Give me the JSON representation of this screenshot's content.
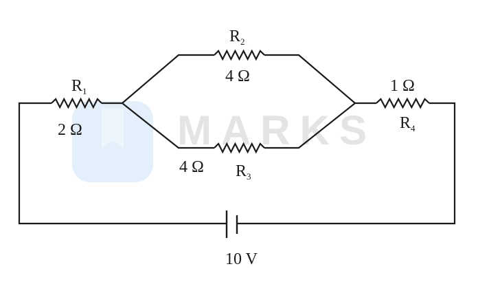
{
  "watermark": {
    "text": "MARKS",
    "logo_color": "#e3f0fb",
    "text_color": "#e4e4e6"
  },
  "components": {
    "r1": {
      "name": "R",
      "sub": "1",
      "value": "2 Ω"
    },
    "r2": {
      "name": "R",
      "sub": "2",
      "value": "4 Ω"
    },
    "r3": {
      "name": "R",
      "sub": "3",
      "value": "4 Ω"
    },
    "r4": {
      "name": "R",
      "sub": "4",
      "value": "1 Ω"
    },
    "battery": {
      "value": "10 V"
    }
  }
}
